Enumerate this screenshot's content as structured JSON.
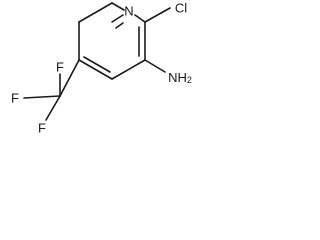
{
  "molecule": {
    "atoms": {
      "ring_nitrogen": "N",
      "chlorine": "Cl",
      "amino": "NH2",
      "fluorine_top": "F",
      "fluorine_left": "F",
      "fluorine_bottom": "F"
    },
    "colors": {
      "bond": "#1a1a1a",
      "label": "#1a1a1a",
      "background": "#ffffff"
    }
  }
}
